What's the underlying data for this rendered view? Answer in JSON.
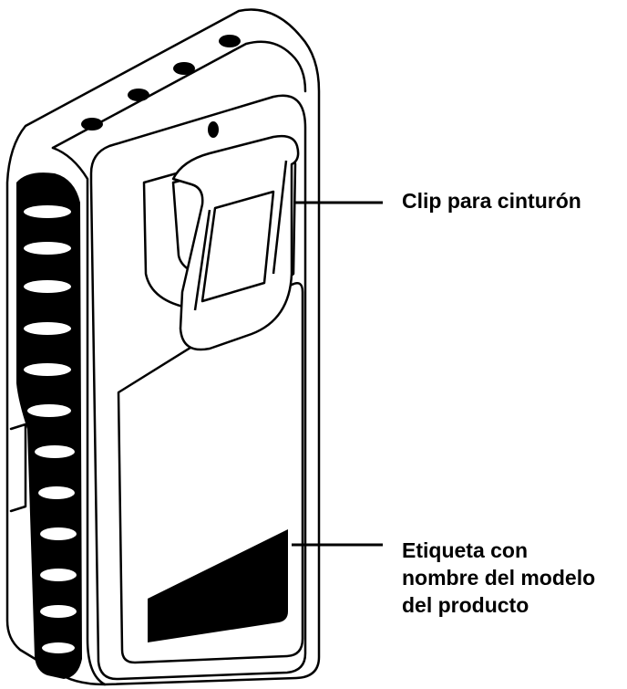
{
  "callouts": {
    "belt_clip": "Clip para cinturón",
    "product_label": [
      "Etiqueta con",
      "nombre del modelo",
      "del producto"
    ]
  },
  "colors": {
    "ink": "#000000",
    "paper": "#ffffff"
  }
}
